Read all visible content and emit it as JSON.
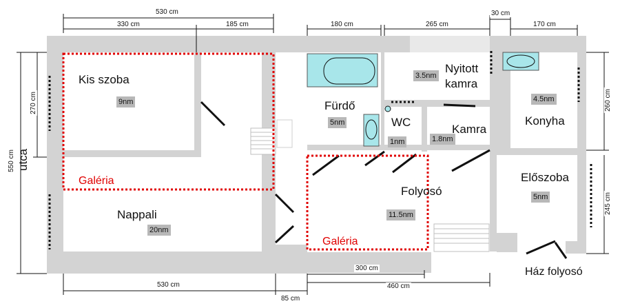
{
  "rooms": {
    "kis_szoba": {
      "name": "Kis szoba",
      "area": "9nm"
    },
    "nappali": {
      "name": "Nappali",
      "area": "20nm"
    },
    "furdo": {
      "name": "Fürdő",
      "area": "5nm"
    },
    "wc": {
      "name": "WC",
      "area": "1nm"
    },
    "kamra": {
      "name": "Kamra",
      "area": "1.8nm"
    },
    "nyitott_kamra": {
      "name_line1": "Nyitott",
      "name_line2": "kamra",
      "area": "3.5nm"
    },
    "konyha": {
      "name": "Konyha",
      "area": "4.5nm"
    },
    "eloszoba": {
      "name": "Előszoba",
      "area": "5nm"
    },
    "folyoso": {
      "name": "Folyosó",
      "area": "11.5nm"
    }
  },
  "galleries": {
    "left": "Galéria",
    "right": "Galéria"
  },
  "outside": {
    "street": "utca",
    "house_corridor": "Ház folyosó"
  },
  "dimensions": {
    "top_total_left": "530 cm",
    "top_330": "330 cm",
    "top_185": "185 cm",
    "top_180": "180 cm",
    "top_265": "265 cm",
    "top_30": "30 cm",
    "top_170": "170 cm",
    "left_550": "550 cm",
    "left_270": "270 cm",
    "right_260": "260 cm",
    "right_245": "245 cm",
    "bottom_530": "530 cm",
    "bottom_85": "85 cm",
    "bottom_300": "300 cm",
    "bottom_460": "460 cm"
  },
  "colors": {
    "gallery": "#e00000",
    "wall": "#d3d3d3",
    "fixture": "#a8e6ea",
    "area_badge": "#b8b8b8"
  }
}
